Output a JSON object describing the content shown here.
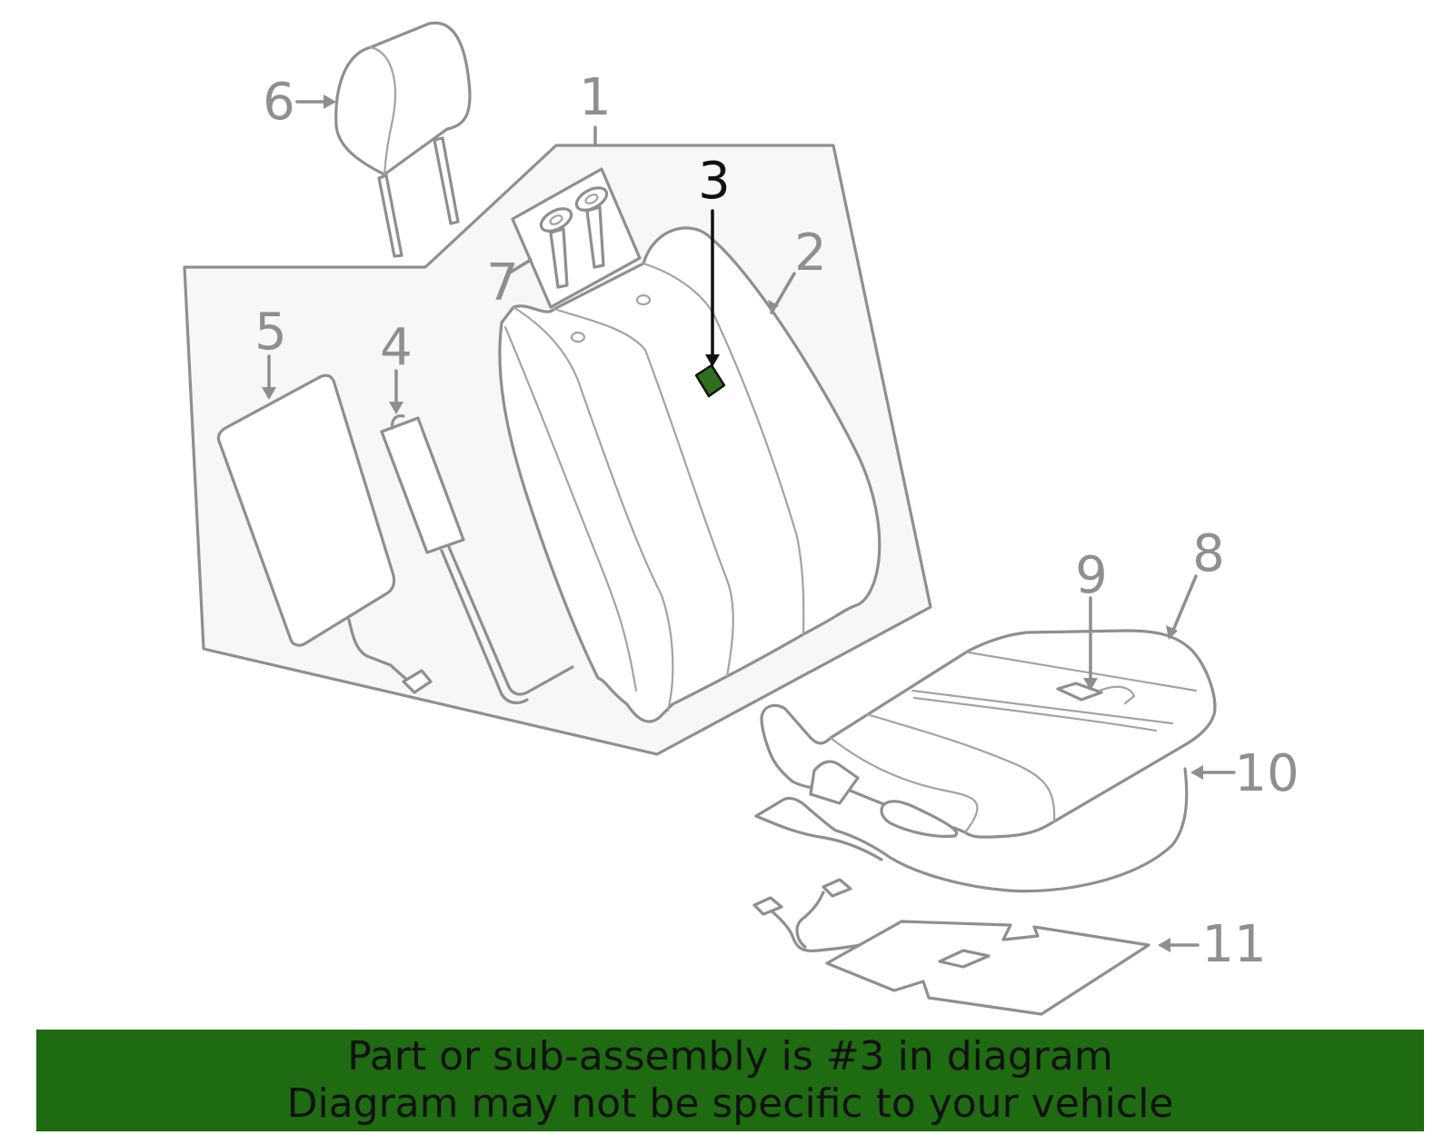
{
  "diagram": {
    "callouts": {
      "c1": "1",
      "c2": "2",
      "c3": "3",
      "c4": "4",
      "c5": "5",
      "c6": "6",
      "c7": "7",
      "c8": "8",
      "c9": "9",
      "c10": "10",
      "c11": "11"
    },
    "highlighted_part": "3",
    "colors": {
      "line": "#8f8f8f",
      "panel": "#f7f7f7",
      "highlight": "#2f6e1d",
      "banner": "#1e6b11"
    }
  },
  "footer": {
    "line1": "Part or sub-assembly is #3 in diagram",
    "line2": "Diagram may not be specific to your vehicle"
  }
}
